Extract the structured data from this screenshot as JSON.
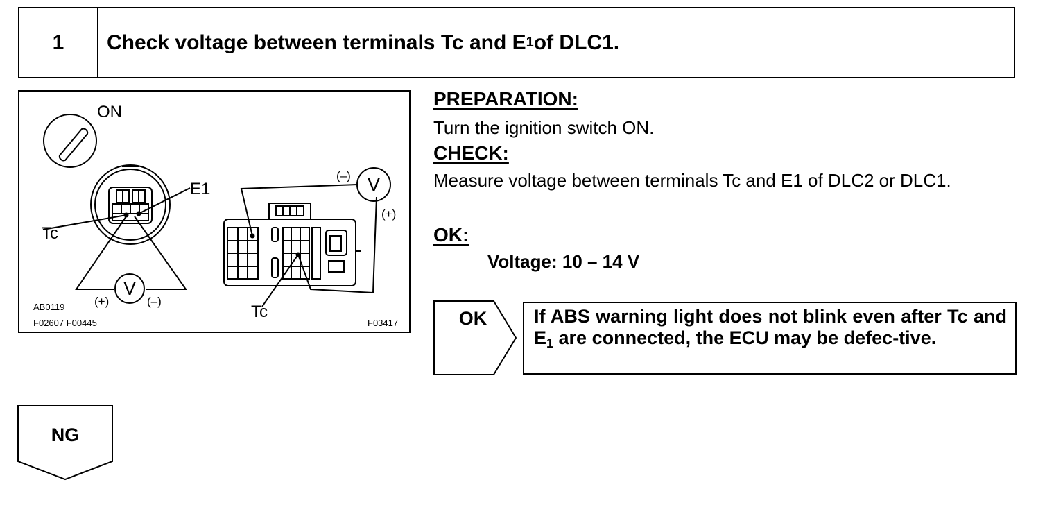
{
  "step": {
    "number": "1",
    "title_main": "Check voltage between terminals Tc and E",
    "title_sub": "1",
    "title_end": " of DLC1."
  },
  "figure": {
    "label_on": "ON",
    "label_e1": "E1",
    "label_tc_left": "Tc",
    "label_tc_right": "Tc",
    "label_plus_left": "(+)",
    "label_minus_left": "(–)",
    "label_plus_right": "(+)",
    "label_minus_right": "(–)",
    "voltmeter_symbol": "V",
    "code_ab": "AB0119",
    "code_f1": "F02607  F00445",
    "code_f3": "F03417"
  },
  "preparation": {
    "heading": "PREPARATION:",
    "text": "Turn the ignition switch ON."
  },
  "check": {
    "heading": "CHECK:",
    "text": "Measure voltage between terminals Tc and E1 of DLC2 or DLC1."
  },
  "ok": {
    "heading": "OK:",
    "value": "Voltage: 10 – 14 V"
  },
  "ok_result": {
    "label": "OK",
    "text_a": "If ABS warning light does not blink even after Tc and E",
    "text_sub": "1",
    "text_b": " are connected, the ECU may be defec-tive."
  },
  "ng_result": {
    "label": "NG"
  }
}
